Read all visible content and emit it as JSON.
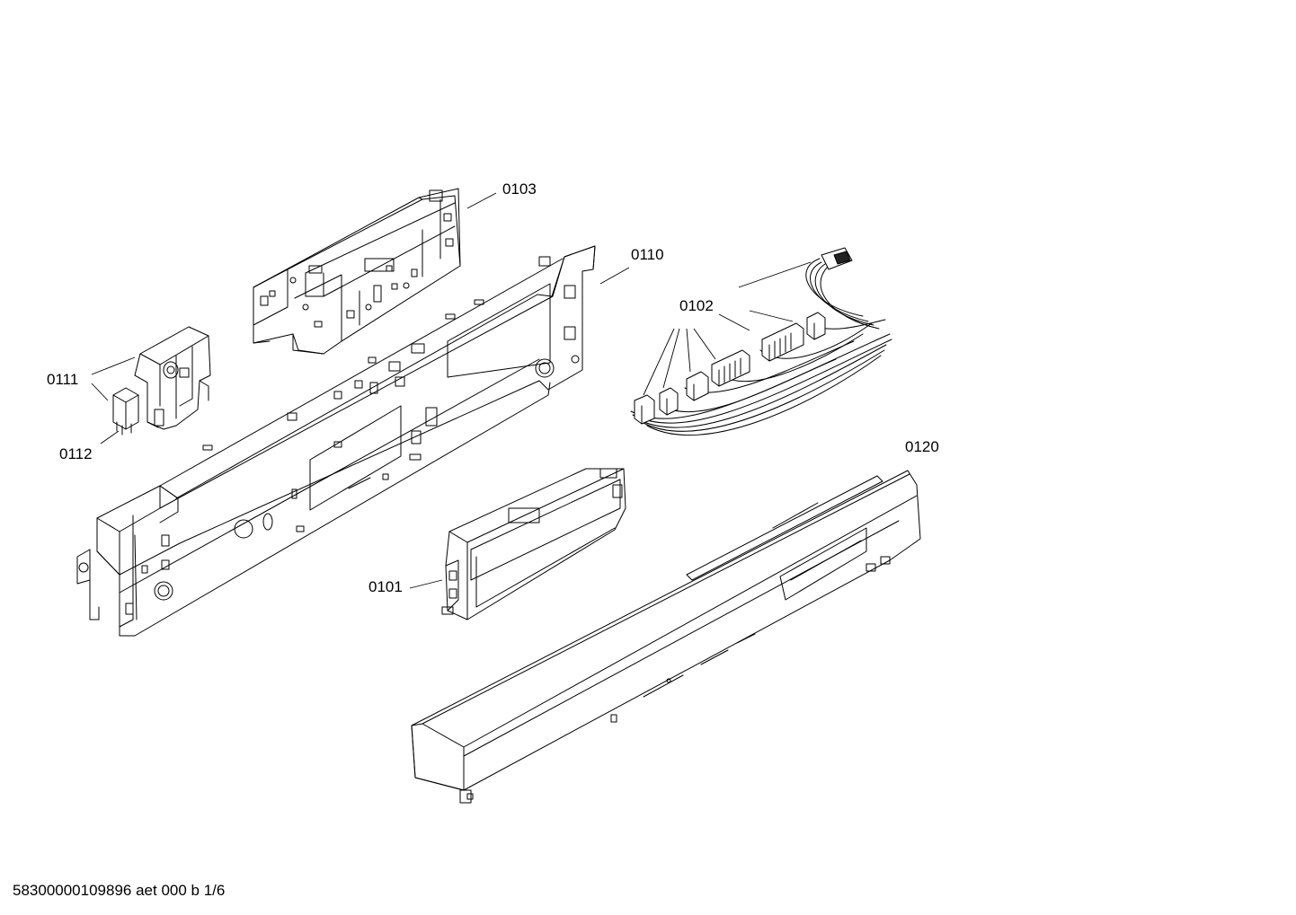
{
  "diagram": {
    "parts": [
      {
        "id": "0101",
        "label": "0101"
      },
      {
        "id": "0102",
        "label": "0102"
      },
      {
        "id": "0103",
        "label": "0103"
      },
      {
        "id": "0110",
        "label": "0110"
      },
      {
        "id": "0111",
        "label": "0111"
      },
      {
        "id": "0112",
        "label": "0112"
      },
      {
        "id": "0120",
        "label": "0120"
      }
    ],
    "footer": "58300000109896 aet 000 b 1/6"
  }
}
